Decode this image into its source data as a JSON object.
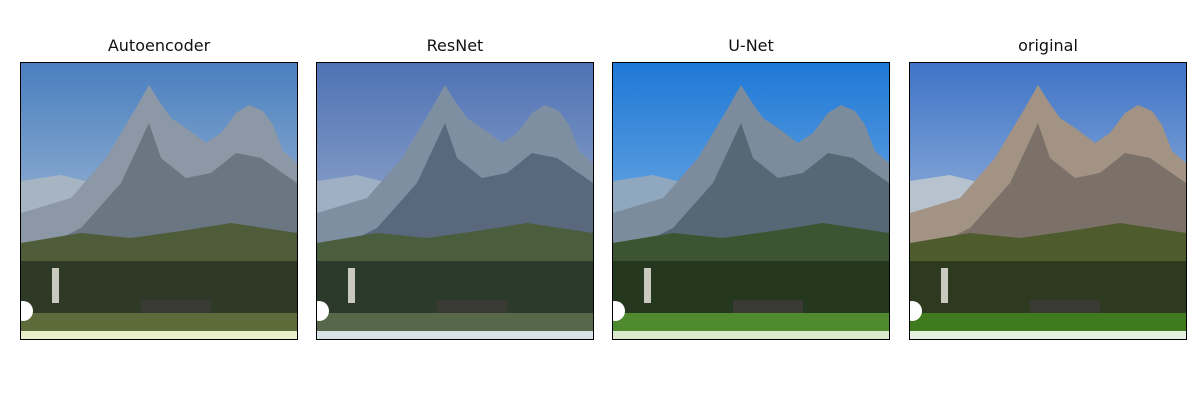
{
  "panels": [
    {
      "title": "Autoencoder",
      "colors": {
        "sky_top": "#4a7fbf",
        "sky_bottom": "#c9d6df",
        "mtn_far": "#a7b4c2",
        "mtn_main": "#8c98a6",
        "mtn_shade": "#5f6b76",
        "forest": "#4f5c3a",
        "forest_dark": "#2f3a26",
        "field": "#5b6b3a",
        "strip": "#e9edc9"
      }
    },
    {
      "title": "ResNet",
      "colors": {
        "sky_top": "#4f72b5",
        "sky_bottom": "#b9c6d8",
        "mtn_far": "#9fb0c4",
        "mtn_main": "#7f8fa2",
        "mtn_shade": "#4c5b70",
        "forest": "#4a5d3d",
        "forest_dark": "#2b3a2a",
        "field": "#56674a",
        "strip": "#d7e2e8"
      }
    },
    {
      "title": "U-Net",
      "colors": {
        "sky_top": "#1f78d6",
        "sky_bottom": "#9cc6ea",
        "mtn_far": "#8fa7bf",
        "mtn_main": "#7d8c9c",
        "mtn_shade": "#4b5b6a",
        "forest": "#3d5432",
        "forest_dark": "#25371f",
        "field": "#4f8a2f",
        "strip": "#d9e9c9"
      }
    },
    {
      "title": "original",
      "colors": {
        "sky_top": "#3f74c7",
        "sky_bottom": "#c7d6e4",
        "mtn_far": "#b6c2cd",
        "mtn_main": "#a29385",
        "mtn_shade": "#6d665f",
        "forest": "#4d5b2d",
        "forest_dark": "#2d3a1f",
        "field": "#3f7a1f",
        "strip": "#e6f0e1"
      }
    }
  ]
}
